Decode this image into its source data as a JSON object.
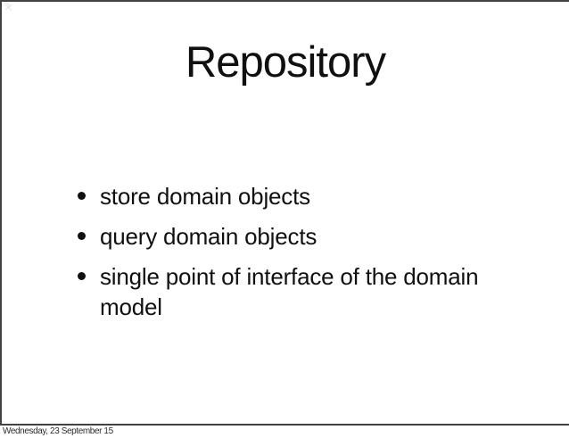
{
  "slide": {
    "title": "Repository",
    "bullets": [
      "store domain objects",
      "query domain objects",
      "single point of interface of the domain model"
    ]
  },
  "footer": {
    "date_label": "Wednesday, 23 September 15"
  },
  "icons": {
    "bullet": "filled-disc",
    "corner_mark": "faint-scribble"
  },
  "colors": {
    "background": "#ffffff",
    "slide_border": "#424242",
    "text": "#101010",
    "footer_text": "#2e2e2e",
    "corner_mark": "#e2e2e2"
  }
}
